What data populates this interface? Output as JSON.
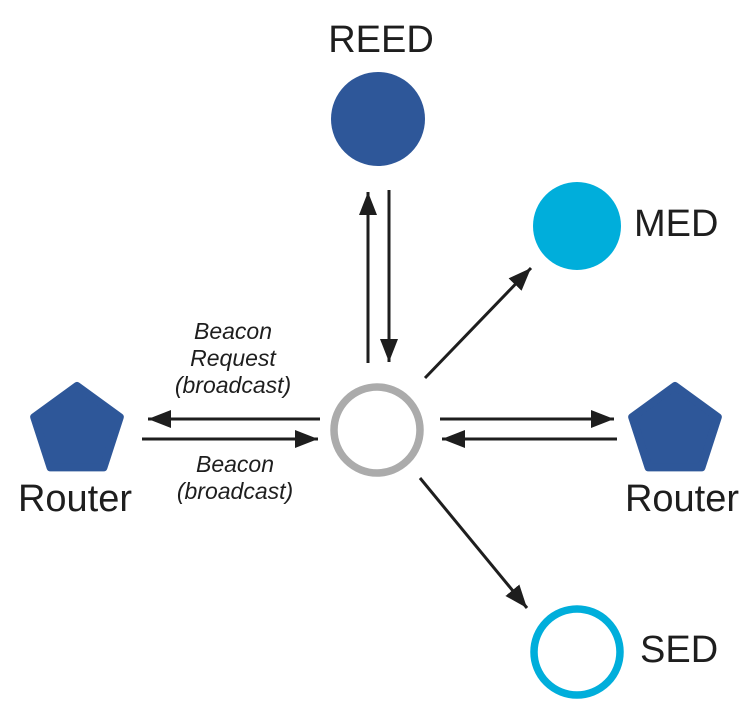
{
  "colors": {
    "node_blue": "#2E5799",
    "node_cyan": "#00AEDB",
    "joiner_gray": "#ABABAB",
    "ink": "#1E1E1E",
    "background": "#FFFFFF"
  },
  "nodes": {
    "reed": {
      "label": "REED",
      "shape": "circle",
      "fill": "blue"
    },
    "med": {
      "label": "MED",
      "shape": "circle",
      "fill": "cyan"
    },
    "router_left": {
      "label": "Router",
      "shape": "pentagon",
      "fill": "blue"
    },
    "router_right": {
      "label": "Router",
      "shape": "pentagon",
      "fill": "blue"
    },
    "sed": {
      "label": "SED",
      "shape": "circle",
      "fill": "white",
      "outline": "cyan"
    },
    "center": {
      "label": "",
      "shape": "circle",
      "fill": "white",
      "outline": "gray"
    }
  },
  "edge_labels": {
    "beacon_request": "Beacon Request (broadcast)",
    "beacon": "Beacon (broadcast)"
  },
  "edges": [
    {
      "from": "center",
      "to": "reed",
      "style": "arrow"
    },
    {
      "from": "reed",
      "to": "center",
      "style": "arrow"
    },
    {
      "from": "center",
      "to": "med",
      "style": "arrow"
    },
    {
      "from": "center",
      "to": "router_left",
      "style": "arrow",
      "label": "Beacon Request (broadcast)"
    },
    {
      "from": "router_left",
      "to": "center",
      "style": "arrow",
      "label": "Beacon (broadcast)"
    },
    {
      "from": "center",
      "to": "router_right",
      "style": "arrow"
    },
    {
      "from": "router_right",
      "to": "center",
      "style": "arrow"
    },
    {
      "from": "center",
      "to": "sed",
      "style": "arrow"
    }
  ]
}
